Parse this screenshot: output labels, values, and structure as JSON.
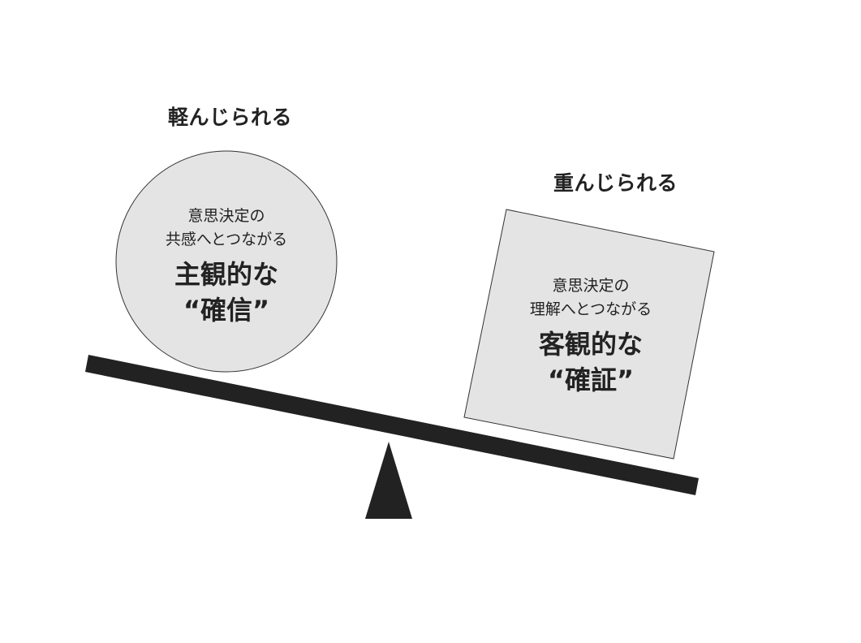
{
  "colors": {
    "ink": "#222222",
    "fill": "#e4e4e4",
    "background": "#ffffff"
  },
  "left": {
    "label": "軽んじられる",
    "shape": "circle",
    "caption_line1": "意思決定の",
    "caption_line2": "共感へとつながる",
    "title_line1": "主観的な",
    "title_line2": "“確信”"
  },
  "right": {
    "label": "重んじられる",
    "shape": "square",
    "caption_line1": "意思決定の",
    "caption_line2": "理解へとつながる",
    "title_line1": "客観的な",
    "title_line2": "“確証”"
  }
}
